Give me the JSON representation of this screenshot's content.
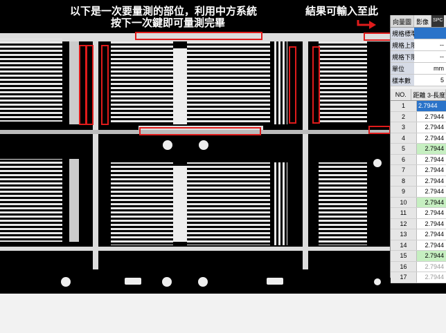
{
  "captions": {
    "line1": "以下是一次要量測的部位，利用中方系統",
    "line2": "按下一次鍵即可量測完畢",
    "result": "結果可輸入至此"
  },
  "panel": {
    "tabs": [
      "向量圖",
      "影像",
      "SPC"
    ],
    "props": [
      {
        "label": "規格標準",
        "value": "",
        "selected": true
      },
      {
        "label": "規格上限",
        "value": "--"
      },
      {
        "label": "規格下限",
        "value": "--"
      },
      {
        "label": "單位",
        "value": "mm"
      },
      {
        "label": "樣本數",
        "value": "5"
      }
    ],
    "grid": {
      "no_header": "NO.",
      "col_header": "距離 3-長度",
      "rows": [
        {
          "no": "1",
          "value": "2.7944",
          "style": "blue"
        },
        {
          "no": "2",
          "value": "2.7944",
          "style": ""
        },
        {
          "no": "3",
          "value": "2.7944",
          "style": ""
        },
        {
          "no": "4",
          "value": "2.7944",
          "style": ""
        },
        {
          "no": "5",
          "value": "2.7944",
          "style": "green"
        },
        {
          "no": "6",
          "value": "2.7944",
          "style": ""
        },
        {
          "no": "7",
          "value": "2.7944",
          "style": ""
        },
        {
          "no": "8",
          "value": "2.7944",
          "style": ""
        },
        {
          "no": "9",
          "value": "2.7944",
          "style": ""
        },
        {
          "no": "10",
          "value": "2.7944",
          "style": "green"
        },
        {
          "no": "11",
          "value": "2.7944",
          "style": ""
        },
        {
          "no": "12",
          "value": "2.7944",
          "style": ""
        },
        {
          "no": "13",
          "value": "2.7944",
          "style": ""
        },
        {
          "no": "14",
          "value": "2.7944",
          "style": ""
        },
        {
          "no": "15",
          "value": "2.7944",
          "style": "green"
        },
        {
          "no": "16",
          "value": "2.7944",
          "style": "grey"
        },
        {
          "no": "17",
          "value": "2.7944",
          "style": "grey"
        }
      ]
    }
  },
  "colors": {
    "highlight": "#e01b1b",
    "background": "#000000",
    "trace": "#e8e8e8",
    "floor": "#f2f2f2"
  },
  "icons": [
    "right-arrow-icon"
  ]
}
